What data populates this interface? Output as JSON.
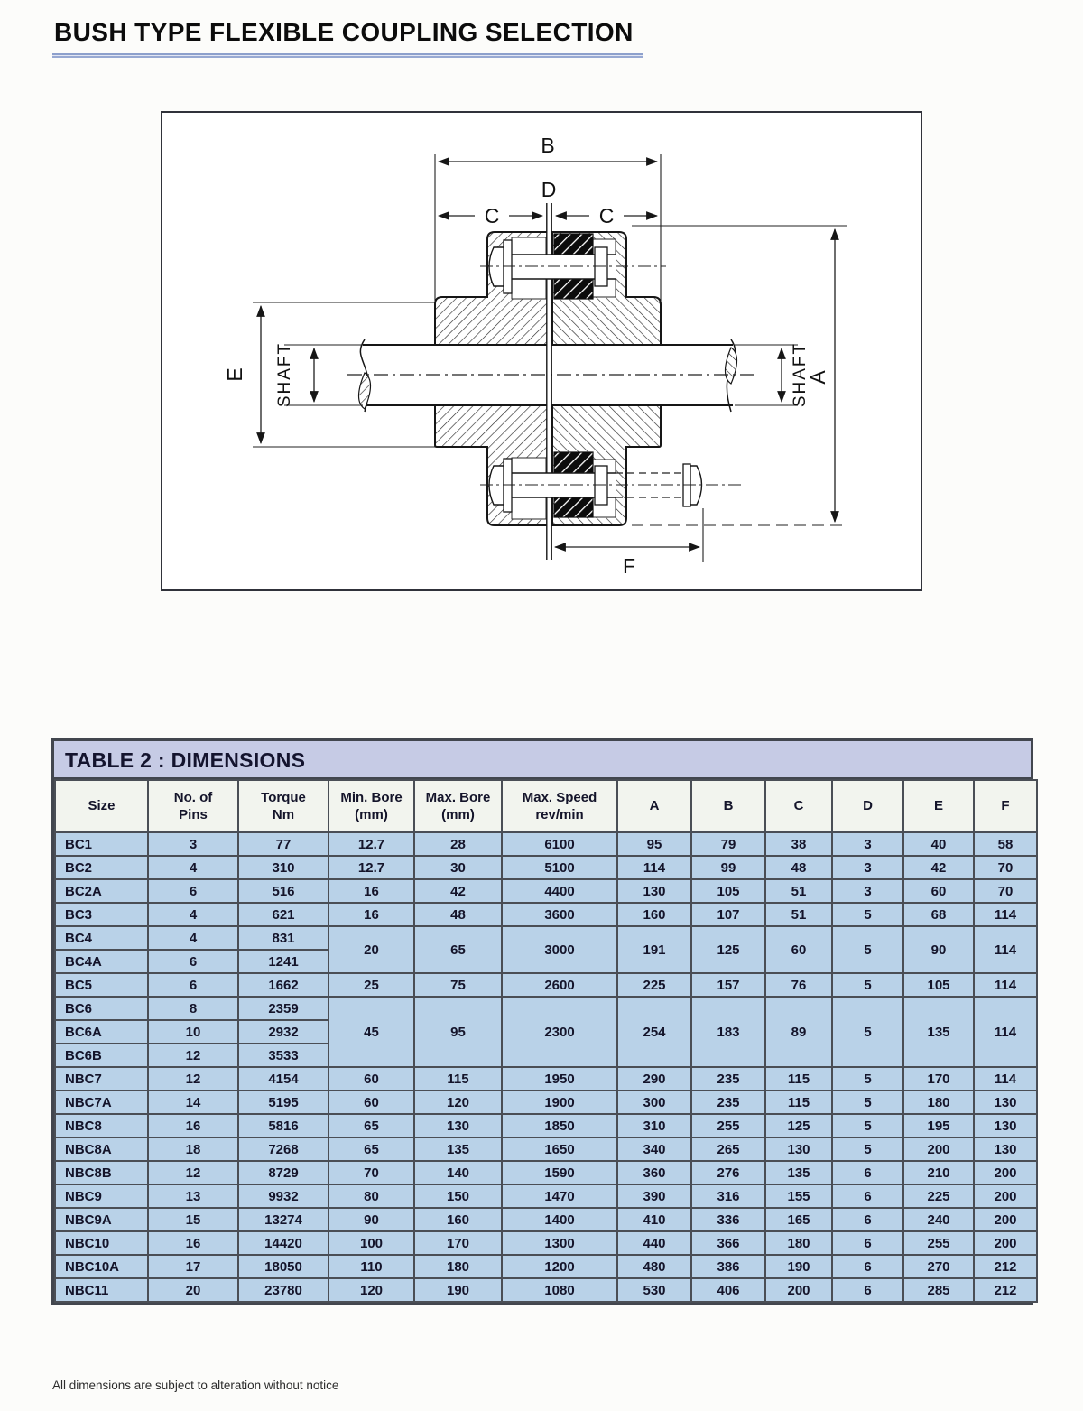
{
  "page": {
    "title": "BUSH TYPE FLEXIBLE COUPLING SELECTION",
    "footnote": "All dimensions are subject to alteration without notice"
  },
  "colors": {
    "table_row_bg": "#b9d2e8",
    "table_title_bg": "#c6cbe5",
    "table_header_bg": "#f2f4ee",
    "title_underline": "#8da0cc"
  },
  "diagram": {
    "labels": {
      "a": "A",
      "b": "B",
      "c_left": "C",
      "c_right": "C",
      "d": "D",
      "e": "E",
      "f": "F",
      "shaft_left": "SHAFT",
      "shaft_right": "SHAFT"
    }
  },
  "table": {
    "title": "TABLE 2 : DIMENSIONS",
    "headers": {
      "size": "Size",
      "pins": "No. of\nPins",
      "torque": "Torque\nNm",
      "min_bore": "Min. Bore\n(mm)",
      "max_bore": "Max. Bore\n(mm)",
      "speed": "Max. Speed\nrev/min",
      "a": "A",
      "b": "B",
      "c": "C",
      "d": "D",
      "e": "E",
      "f": "F"
    },
    "rows": [
      {
        "size": "BC1",
        "pins": "3",
        "torque": "77",
        "min_bore": "12.7",
        "max_bore": "28",
        "speed": "6100",
        "a": "95",
        "b": "79",
        "c": "38",
        "d": "3",
        "e": "40",
        "f": "58"
      },
      {
        "size": "BC2",
        "pins": "4",
        "torque": "310",
        "min_bore": "12.7",
        "max_bore": "30",
        "speed": "5100",
        "a": "114",
        "b": "99",
        "c": "48",
        "d": "3",
        "e": "42",
        "f": "70"
      },
      {
        "size": "BC2A",
        "pins": "6",
        "torque": "516",
        "min_bore": "16",
        "max_bore": "42",
        "speed": "4400",
        "a": "130",
        "b": "105",
        "c": "51",
        "d": "3",
        "e": "60",
        "f": "70"
      },
      {
        "size": "BC3",
        "pins": "4",
        "torque": "621",
        "min_bore": "16",
        "max_bore": "48",
        "speed": "3600",
        "a": "160",
        "b": "107",
        "c": "51",
        "d": "5",
        "e": "68",
        "f": "114"
      },
      {
        "size": "BC4",
        "pins": "4",
        "torque": "831",
        "min_bore": "20",
        "max_bore": "65",
        "speed": "3000",
        "a": "191",
        "b": "125",
        "c": "60",
        "d": "5",
        "e": "90",
        "f": "114"
      },
      {
        "size": "BC4A",
        "pins": "6",
        "torque": "1241"
      },
      {
        "size": "BC5",
        "pins": "6",
        "torque": "1662",
        "min_bore": "25",
        "max_bore": "75",
        "speed": "2600",
        "a": "225",
        "b": "157",
        "c": "76",
        "d": "5",
        "e": "105",
        "f": "114"
      },
      {
        "size": "BC6",
        "pins": "8",
        "torque": "2359",
        "min_bore": "45",
        "max_bore": "95",
        "speed": "2300",
        "a": "254",
        "b": "183",
        "c": "89",
        "d": "5",
        "e": "135",
        "f": "114"
      },
      {
        "size": "BC6A",
        "pins": "10",
        "torque": "2932"
      },
      {
        "size": "BC6B",
        "pins": "12",
        "torque": "3533"
      },
      {
        "size": "NBC7",
        "pins": "12",
        "torque": "4154",
        "min_bore": "60",
        "max_bore": "115",
        "speed": "1950",
        "a": "290",
        "b": "235",
        "c": "115",
        "d": "5",
        "e": "170",
        "f": "114"
      },
      {
        "size": "NBC7A",
        "pins": "14",
        "torque": "5195",
        "min_bore": "60",
        "max_bore": "120",
        "speed": "1900",
        "a": "300",
        "b": "235",
        "c": "115",
        "d": "5",
        "e": "180",
        "f": "130"
      },
      {
        "size": "NBC8",
        "pins": "16",
        "torque": "5816",
        "min_bore": "65",
        "max_bore": "130",
        "speed": "1850",
        "a": "310",
        "b": "255",
        "c": "125",
        "d": "5",
        "e": "195",
        "f": "130"
      },
      {
        "size": "NBC8A",
        "pins": "18",
        "torque": "7268",
        "min_bore": "65",
        "max_bore": "135",
        "speed": "1650",
        "a": "340",
        "b": "265",
        "c": "130",
        "d": "5",
        "e": "200",
        "f": "130"
      },
      {
        "size": "NBC8B",
        "pins": "12",
        "torque": "8729",
        "min_bore": "70",
        "max_bore": "140",
        "speed": "1590",
        "a": "360",
        "b": "276",
        "c": "135",
        "d": "6",
        "e": "210",
        "f": "200"
      },
      {
        "size": "NBC9",
        "pins": "13",
        "torque": "9932",
        "min_bore": "80",
        "max_bore": "150",
        "speed": "1470",
        "a": "390",
        "b": "316",
        "c": "155",
        "d": "6",
        "e": "225",
        "f": "200"
      },
      {
        "size": "NBC9A",
        "pins": "15",
        "torque": "13274",
        "min_bore": "90",
        "max_bore": "160",
        "speed": "1400",
        "a": "410",
        "b": "336",
        "c": "165",
        "d": "6",
        "e": "240",
        "f": "200"
      },
      {
        "size": "NBC10",
        "pins": "16",
        "torque": "14420",
        "min_bore": "100",
        "max_bore": "170",
        "speed": "1300",
        "a": "440",
        "b": "366",
        "c": "180",
        "d": "6",
        "e": "255",
        "f": "200"
      },
      {
        "size": "NBC10A",
        "pins": "17",
        "torque": "18050",
        "min_bore": "110",
        "max_bore": "180",
        "speed": "1200",
        "a": "480",
        "b": "386",
        "c": "190",
        "d": "6",
        "e": "270",
        "f": "212"
      },
      {
        "size": "NBC11",
        "pins": "20",
        "torque": "23780",
        "min_bore": "120",
        "max_bore": "190",
        "speed": "1080",
        "a": "530",
        "b": "406",
        "c": "200",
        "d": "6",
        "e": "285",
        "f": "212"
      }
    ]
  }
}
